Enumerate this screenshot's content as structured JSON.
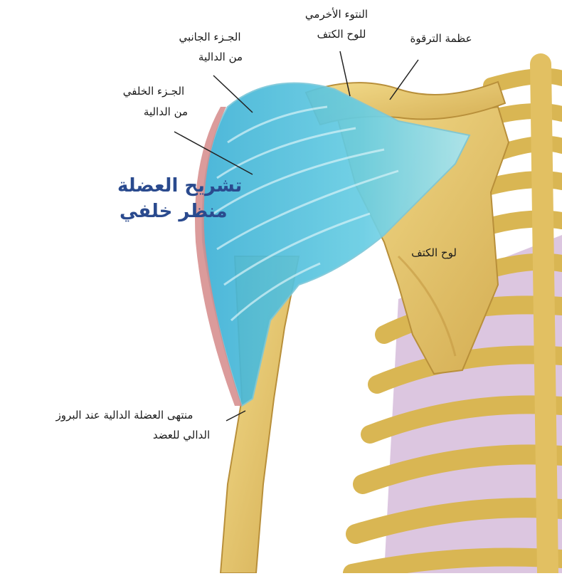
{
  "title": {
    "line1": "تشريح العضلة",
    "line2": "منظر خلفي",
    "color": "#2a4a8e"
  },
  "labels": {
    "acromion_l1": "النتوء  الأخرمي",
    "acromion_l2": "للوح الكتف",
    "clavicle": "عظمة الترقوة",
    "lateral_l1": "الجـزء  الجانبي",
    "lateral_l2": "من الدالية",
    "posterior_l1": "الجـزء  الخلفي",
    "posterior_l2": "من الدالية",
    "scapula": "لوح الكتف",
    "insertion_l1": "منتهى العضلة الدالية عند البروز",
    "insertion_l2": "الدالي للعضد"
  },
  "colors": {
    "bone": "#e8c96a",
    "bone_shadow": "#c9a24a",
    "muscle": "#4fc0dc",
    "muscle_light": "#a9e6f2",
    "muscle_edge": "#d58a8a",
    "rib_gap": "#d9c3dd"
  }
}
